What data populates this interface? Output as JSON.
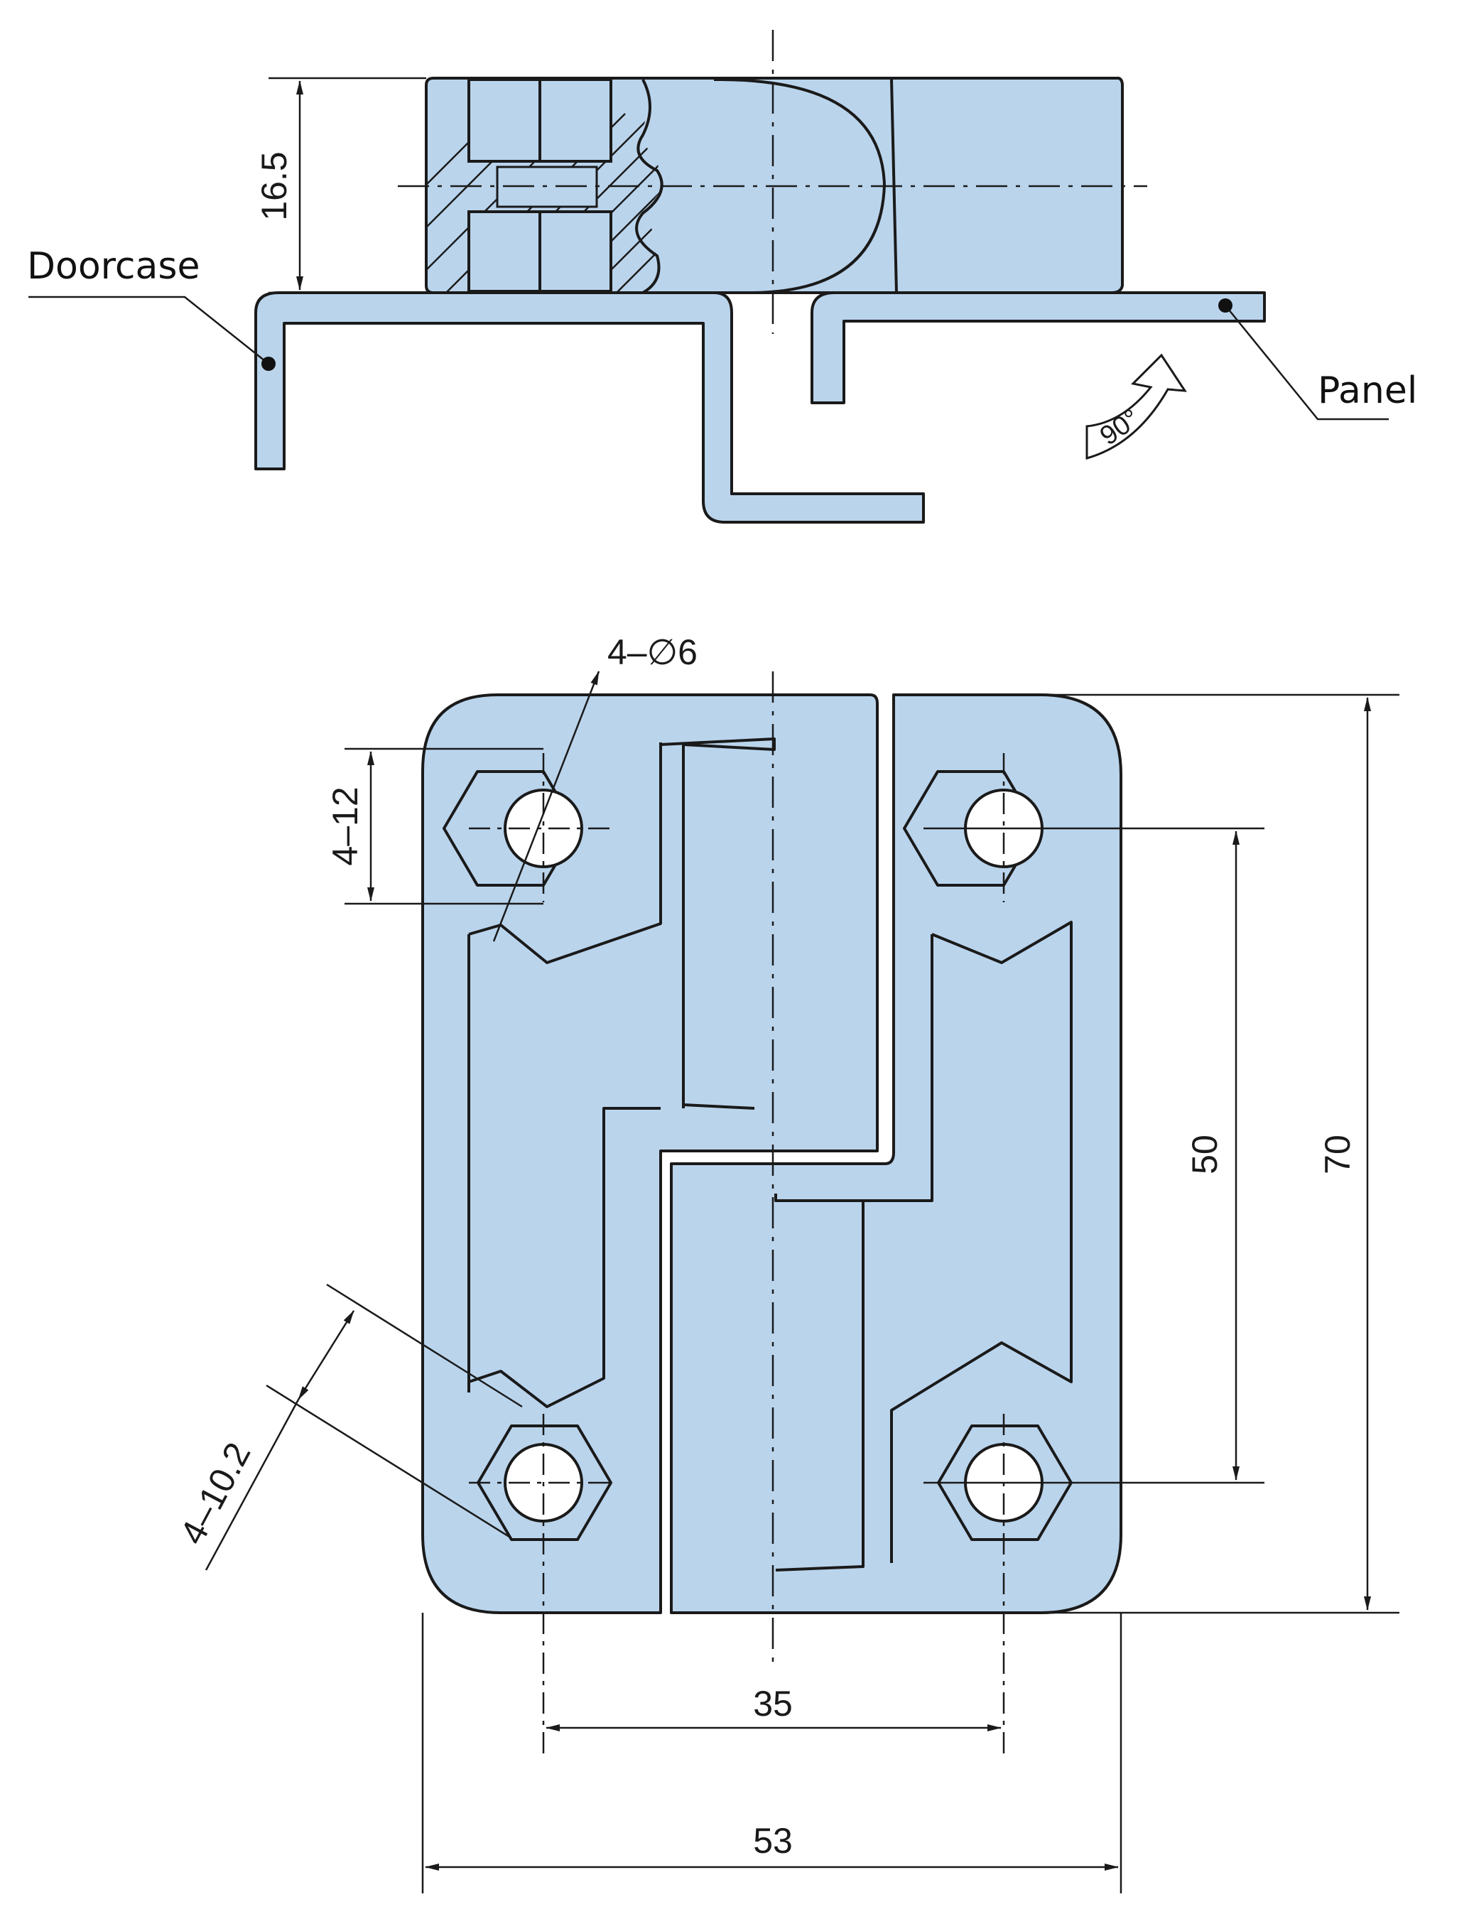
{
  "labels": {
    "doorcase": "Doorcase",
    "panel": "Panel",
    "rotation": "90°"
  },
  "dimensions": {
    "height_side": "16.5",
    "hole_diameter": "4–∅6",
    "hex_width": "4–12",
    "hex_across": "4–10.2",
    "hole_vertical_pitch": "50",
    "overall_height": "70",
    "hole_horizontal_pitch": "35",
    "overall_width": "53"
  },
  "colors": {
    "part_fill": "#bad4ec",
    "line": "#1a1a1a"
  }
}
